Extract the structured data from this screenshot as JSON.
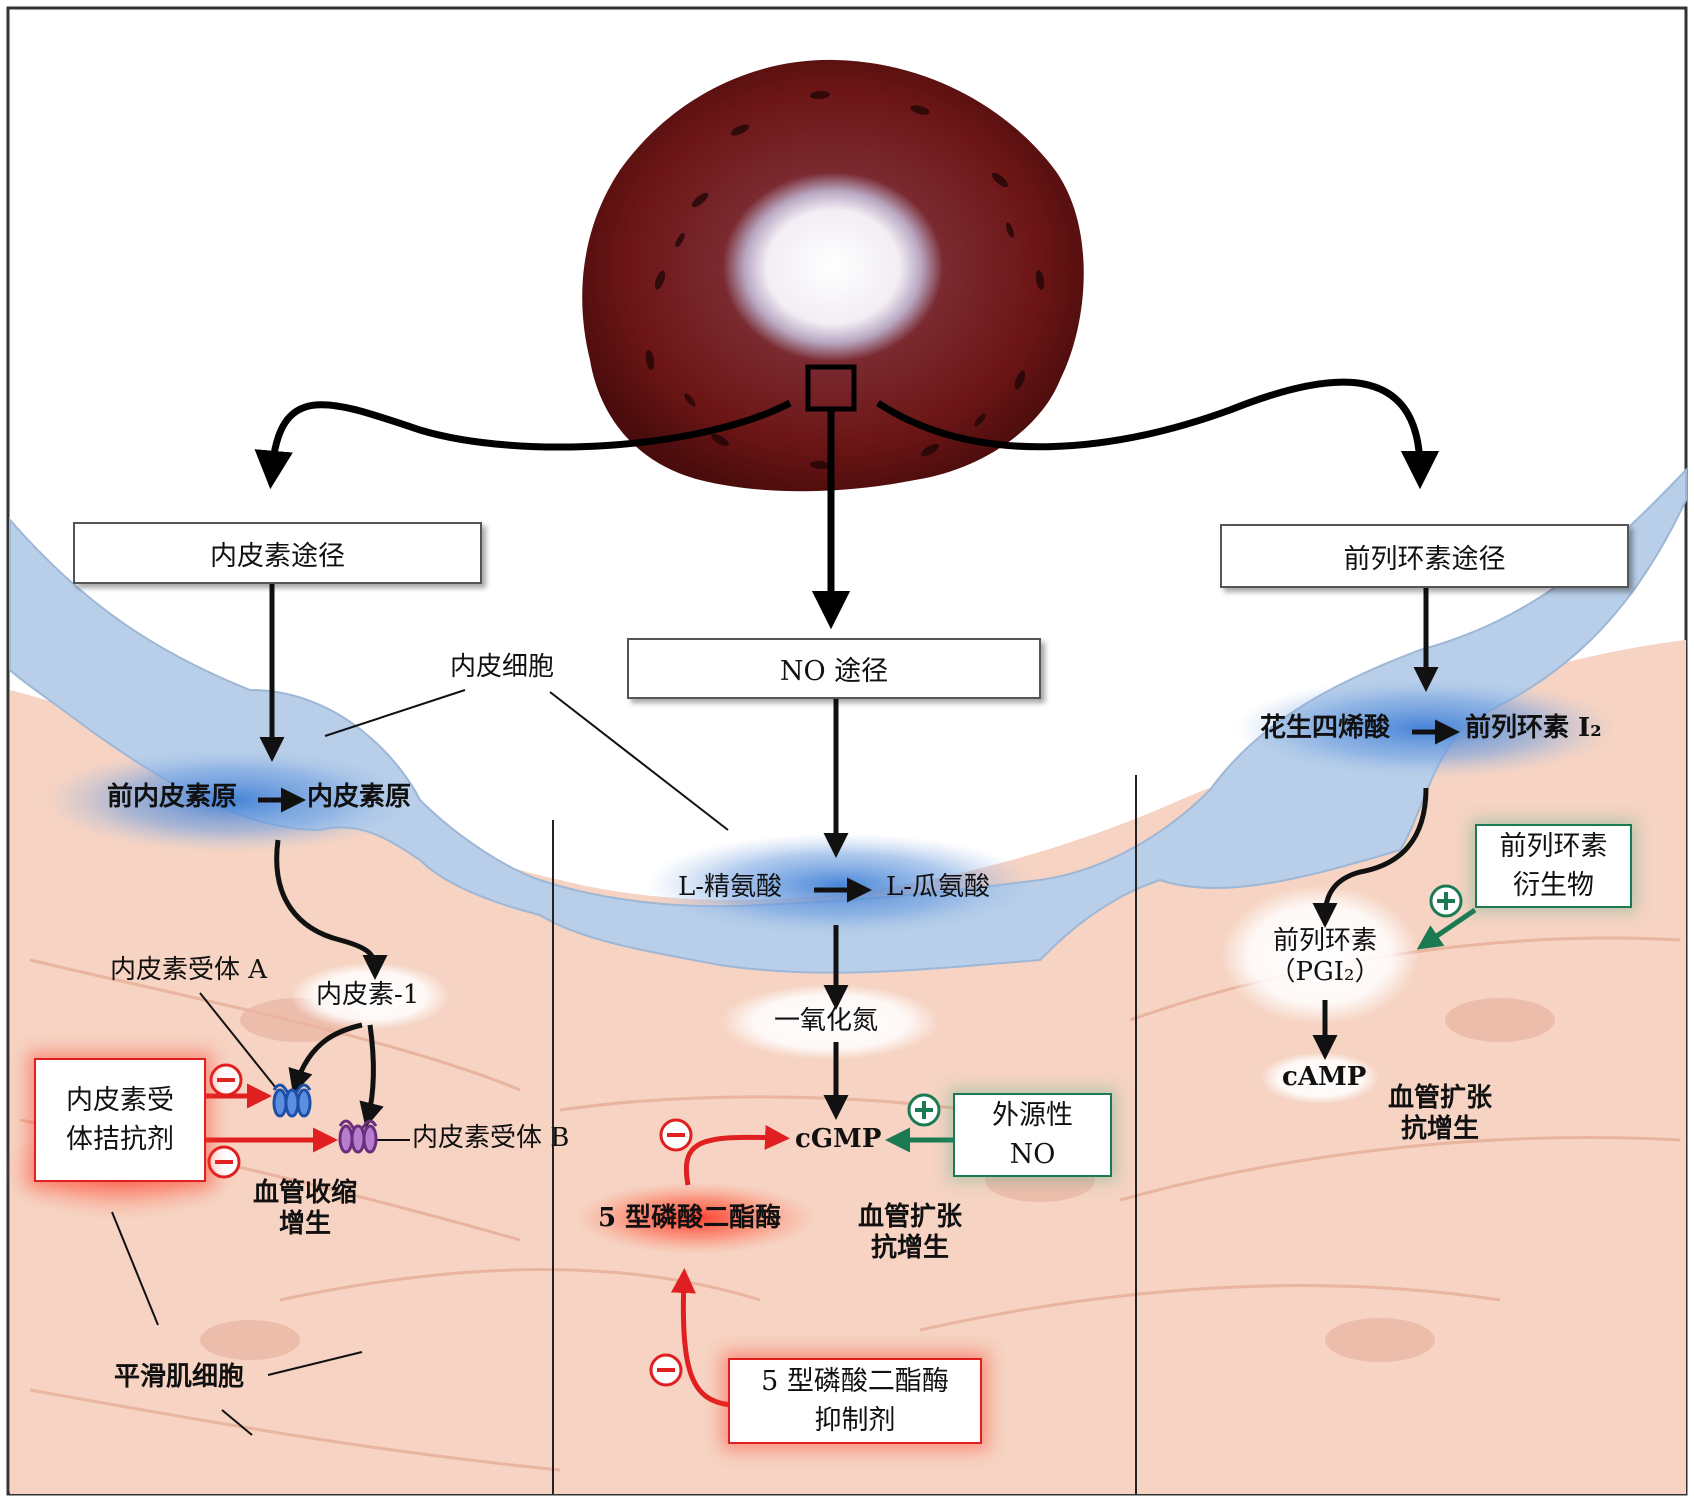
{
  "pathways": {
    "endothelin": "内皮素途径",
    "no": "NO 途径",
    "prostacyclin": "前列环素途径"
  },
  "labels": {
    "endothelial_cell": "内皮细胞",
    "pre_proendothelin": "前内皮素原",
    "proendothelin": "内皮素原",
    "endothelin_1": "内皮素-1",
    "receptor_a": "内皮素受体 A",
    "receptor_b": "内皮素受体 B",
    "antagonist_line1": "内皮素受",
    "antagonist_line2": "体拮抗剂",
    "vasoconstriction_line1": "血管收缩",
    "vasoconstriction_line2": "增生",
    "smooth_muscle": "平滑肌细胞",
    "l_arginine": "L-精氨酸",
    "l_citrulline": "L-瓜氨酸",
    "nitric_oxide": "一氧化氮",
    "cgmp": "cGMP",
    "exogenous_line1": "外源性",
    "exogenous_line2": "NO",
    "pde5": "5 型磷酸二酯酶",
    "pde5_inhibitor_line1": "5 型磷酸二酯酶",
    "pde5_inhibitor_line2": "抑制剂",
    "vasodilation_mid_line1": "血管扩张",
    "vasodilation_mid_line2": "抗增生",
    "arachidonic_acid": "花生四烯酸",
    "prostacyclin_i2": "前列环素 I₂",
    "prostacyclin_pgi2_line1": "前列环素",
    "prostacyclin_pgi2_line2": "（PGI₂）",
    "camp": "cAMP",
    "derivatives_line1": "前列环素",
    "derivatives_line2": "衍生物",
    "vasodilation_right_line1": "血管扩张",
    "vasodilation_right_line2": "抗增生"
  },
  "symbols": {
    "minus": "−",
    "plus": "+"
  },
  "colors": {
    "inhibit": "#e02020",
    "stimulate": "#1b7a52",
    "endothelium": "#b9cfe9",
    "nucleus": "#4f86d8",
    "smooth_muscle": "#f6d3c2",
    "vessel_wall": "#6b1412"
  }
}
